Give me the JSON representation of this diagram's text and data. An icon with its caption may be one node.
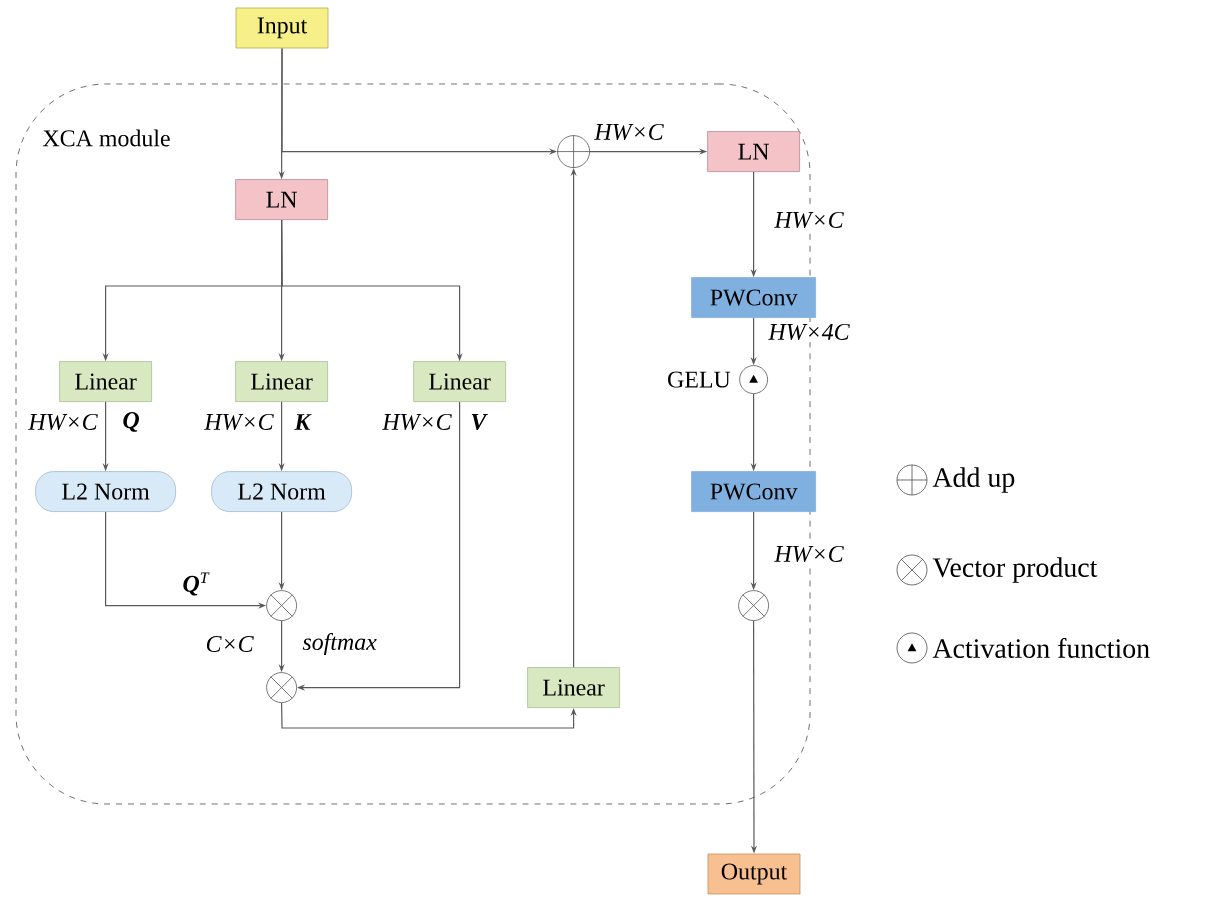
{
  "diagram": {
    "nodes": [
      {
        "text": [
          "XCA module"
        ]
      },
      {
        "text": [
          "Input"
        ]
      },
      {
        "text": [
          "LN"
        ],
        "in": 0
      },
      {
        "text": [
          "Linear"
        ],
        "in": 0
      },
      {
        "text": [
          "Linear"
        ],
        "in": 0
      },
      {
        "text": [
          "Linear"
        ],
        "in": 0
      },
      {
        "text": [
          "L2 Norm"
        ],
        "in": 0
      },
      {
        "text": [
          "L2 Norm"
        ],
        "in": 0
      },
      {
        "text": [],
        "shape": "circle",
        "in": 0
      },
      {
        "text": [],
        "shape": "circle",
        "in": 0
      },
      {
        "text": [
          "Linear"
        ],
        "in": 0
      },
      {
        "text": [],
        "shape": "circle",
        "in": 0
      },
      {
        "text": [
          "LN"
        ],
        "in": 0
      },
      {
        "text": [
          "PWConv"
        ],
        "in": 0
      },
      {
        "text": [],
        "shape": "circle",
        "beside": [
          "GELU"
        ],
        "in": 0
      },
      {
        "text": [
          "PWConv"
        ],
        "in": 0
      },
      {
        "text": [],
        "shape": "circle",
        "in": 0
      },
      {
        "text": [
          "Output"
        ]
      }
    ],
    "edges": [
      {
        "from": 1,
        "to": 2,
        "arrow": "to"
      },
      {
        "from": 1,
        "to": 11,
        "arrow": "to"
      },
      {
        "from": 2,
        "to": 3,
        "arrow": "to"
      },
      {
        "from": 2,
        "to": 4,
        "arrow": "to"
      },
      {
        "from": 2,
        "to": 5,
        "arrow": "to"
      },
      {
        "from": 3,
        "to": 6,
        "arrow": "to"
      },
      {
        "from": 4,
        "to": 7,
        "arrow": "to"
      },
      {
        "from": 6,
        "to": 8,
        "arrow": "to",
        "label": "**Q**$^{T}$"
      },
      {
        "from": 7,
        "to": 8,
        "arrow": "to"
      },
      {
        "from": 8,
        "to": 9,
        "arrow": "to",
        "label": "softmax"
      },
      {
        "from": 5,
        "to": 9,
        "arrow": "to"
      },
      {
        "from": 9,
        "to": 10,
        "arrow": "to"
      },
      {
        "from": 10,
        "to": 11,
        "arrow": "to"
      },
      {
        "from": 11,
        "to": 12,
        "arrow": "to",
        "label": "HW×C"
      },
      {
        "from": 12,
        "to": 13,
        "arrow": "to",
        "label": "HW×C"
      },
      {
        "from": 13,
        "to": 14,
        "arrow": "to",
        "label": "HW×4C"
      },
      {
        "from": 14,
        "to": 15,
        "arrow": "to"
      },
      {
        "from": 15,
        "to": 16,
        "arrow": "to",
        "label": "HW×C"
      },
      {
        "from": 16,
        "to": 17,
        "arrow": "to"
      }
    ],
    "labels": [
      "HW×C",
      "Q",
      "HW×C",
      "K",
      "HW×C",
      "V",
      "C×C"
    ],
    "legend": [
      {
        "text": "Add up"
      },
      {
        "text": "Vector product"
      },
      {
        "text": "Activation function"
      }
    ]
  }
}
